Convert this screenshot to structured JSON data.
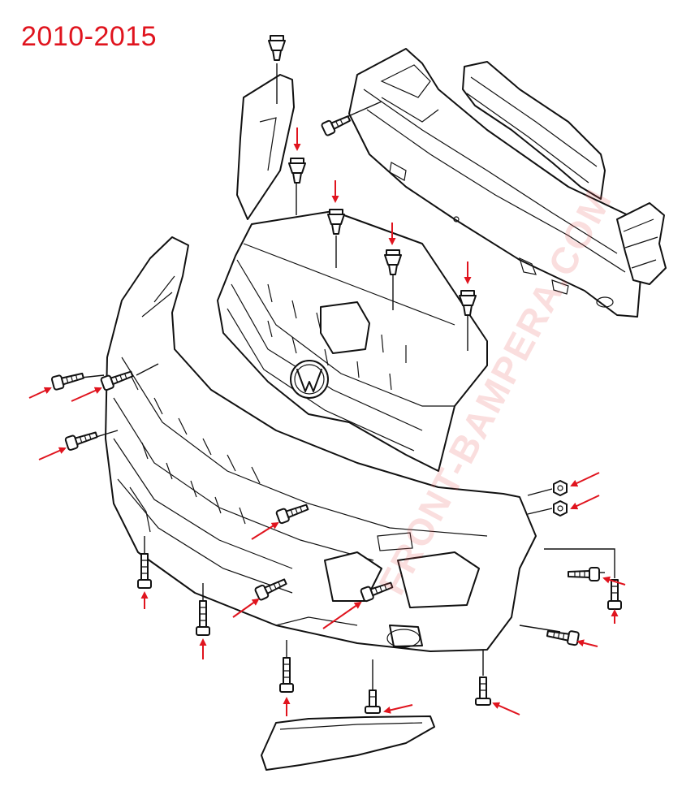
{
  "header": {
    "year_range": "2010-2015"
  },
  "watermark": {
    "text": "FRONT-BAMPERA.COM"
  },
  "colors": {
    "accent_red": "#e0141e",
    "line": "#111111",
    "watermark": "#e85a5a"
  },
  "parts": [
    {
      "name": "bumper-cover"
    },
    {
      "name": "radiator-grille"
    },
    {
      "name": "bumper-reinforcement-beam"
    },
    {
      "name": "energy-absorber"
    },
    {
      "name": "side-bracket"
    },
    {
      "name": "lower-trim-strip"
    },
    {
      "name": "emblem"
    }
  ],
  "fasteners": [
    {
      "type": "clip"
    },
    {
      "type": "clip"
    },
    {
      "type": "clip"
    },
    {
      "type": "clip"
    },
    {
      "type": "clip"
    },
    {
      "type": "screw"
    },
    {
      "type": "screw"
    },
    {
      "type": "screw"
    },
    {
      "type": "screw"
    },
    {
      "type": "screw"
    },
    {
      "type": "screw"
    },
    {
      "type": "screw"
    },
    {
      "type": "screw"
    },
    {
      "type": "screw"
    },
    {
      "type": "screw"
    },
    {
      "type": "screw"
    },
    {
      "type": "screw"
    },
    {
      "type": "nut"
    },
    {
      "type": "nut"
    }
  ]
}
